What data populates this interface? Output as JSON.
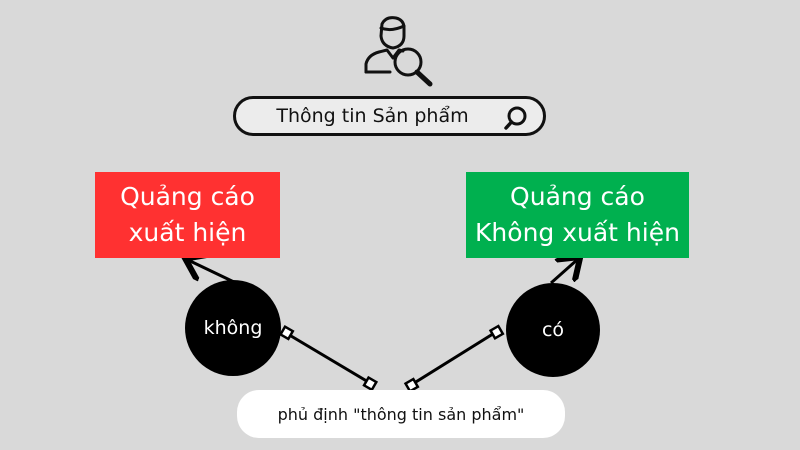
{
  "search": {
    "text": "Thông tin Sản phẩm"
  },
  "left_box": {
    "line1": "Quảng cáo",
    "line2": "xuất hiện",
    "color": "#ff3131"
  },
  "right_box": {
    "line1": "Quảng cáo",
    "line2": "Không xuất hiện",
    "color": "#00b04f"
  },
  "left_circle": {
    "label": "không"
  },
  "right_circle": {
    "label": "có"
  },
  "bottom": {
    "label": "phủ định \"thông tin sản phẩm\""
  },
  "icons": [
    "user-search-icon",
    "search-icon"
  ]
}
